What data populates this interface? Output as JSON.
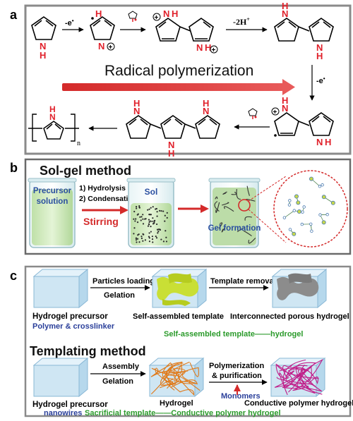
{
  "panels": {
    "a": {
      "letter": "a",
      "step_oxidation": "-e",
      "step_deprotonation": "-2H",
      "title": "Radical polymerization",
      "repeat_unit_index": "n",
      "nh_label": "N",
      "h_label": "H",
      "plus": "+",
      "minus_sup": "-",
      "colors": {
        "frame": "#8a8a8a",
        "arrow": "#d42a2a",
        "nh": "#e0202a",
        "bond": "#000000"
      }
    },
    "b": {
      "letter": "b",
      "title": "Sol-gel method",
      "precursor_line1": "Precursor",
      "precursor_line2": "solution",
      "step1": "1) Hydrolysis",
      "step2": "2) Condensation",
      "sol_label": "Sol",
      "stirring": "Stirring",
      "gel_label": "Gel formation",
      "colors": {
        "frame": "#6a6a6a",
        "liquid": "#c9e8b4",
        "label_blue": "#2a4fa0",
        "stir_red": "#d42a2a"
      }
    },
    "c": {
      "letter": "c",
      "top": {
        "step1_top": "Particles loading",
        "step1_bottom": "Gelation",
        "step2_top": "Template removal",
        "label_precursor": "Hydrogel precursor",
        "label_precursor_sub": "Polymer & crosslinker",
        "label_template": "Self-assembled template",
        "label_porous": "Interconnected porous hydrogel",
        "route": "Self-assembled template——hydrogel"
      },
      "title": "Templating method",
      "bottom": {
        "step1_top": "Assembly",
        "step1_bottom": "Gelation",
        "step2_top": "Polymerization",
        "step2_mid": "& purification",
        "monomers": "Monomers",
        "label_precursor": "Hydrogel precursor",
        "label_precursor_sub": "nanowires",
        "label_hydrogel": "Hydrogel",
        "label_conductive": "Conductive polymer hydrogel",
        "route": "Sacrificial template——Conductive polymer hydrogel"
      },
      "colors": {
        "frame": "#8a8a8a",
        "cube": "#cfe6f3",
        "cube_edge": "#8ab8d6",
        "green": "#2a9a2a",
        "blue": "#2a3f9a",
        "yellow_green": "#c8de2a",
        "gray_pore": "#8c8c8c",
        "orange_wire": "#e07a1a",
        "magenta_wire": "#c0208a",
        "arrow_red": "#d42a2a"
      }
    }
  }
}
